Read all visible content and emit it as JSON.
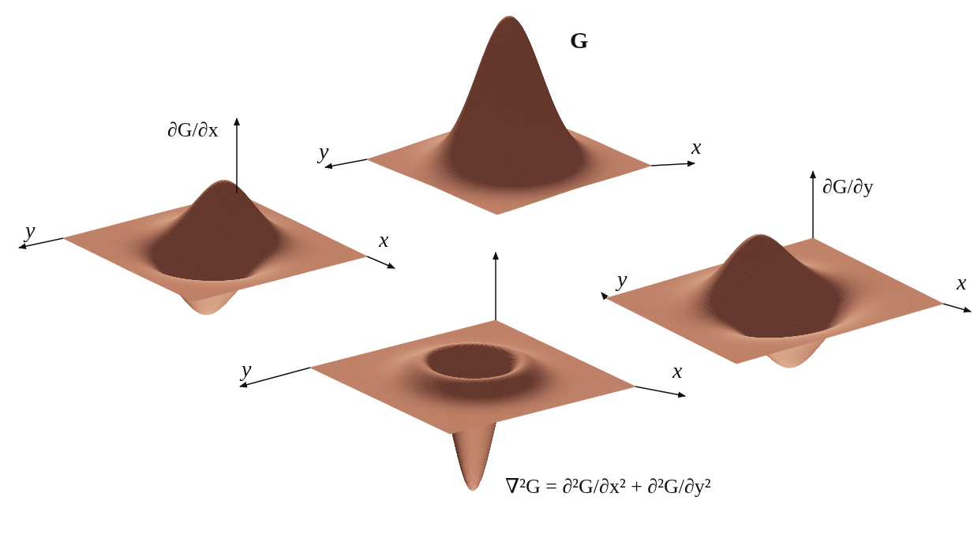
{
  "diagram": {
    "labels": [
      "G",
      "y",
      "x",
      "∂G/∂x",
      "y",
      "x",
      "∂G/∂y",
      "y",
      "x",
      "y",
      "x",
      "∇²G = ∂²G/∂x² + ∂²G/∂y²"
    ]
  }
}
